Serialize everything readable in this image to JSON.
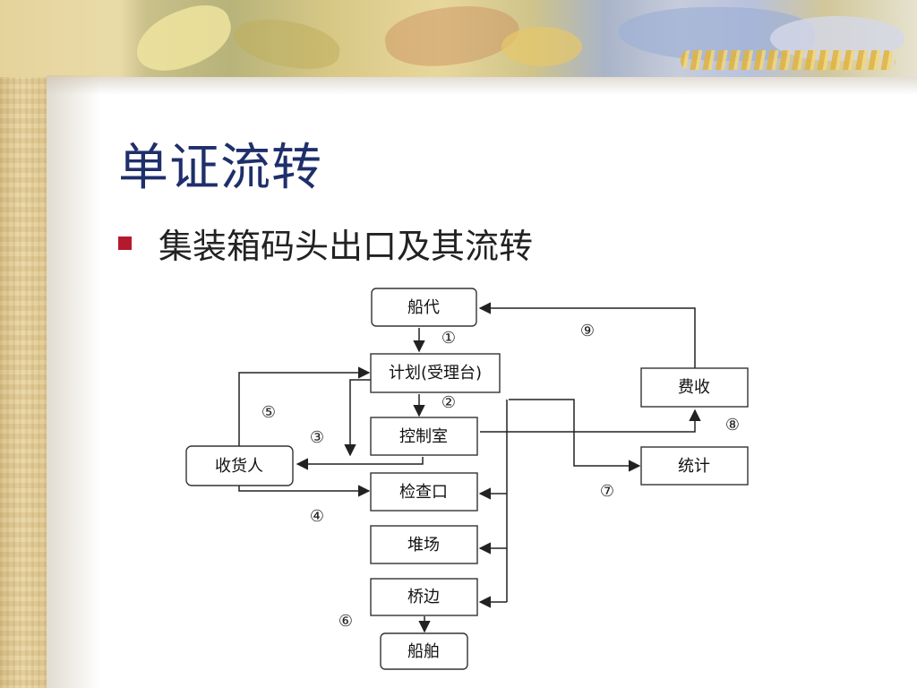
{
  "slide": {
    "title": "单证流转",
    "bullet": "集装箱码头出口及其流转"
  },
  "colors": {
    "title": "#1f2f6b",
    "bullet_marker": "#b5192e"
  },
  "diagram": {
    "nodes": {
      "ship_agent": "船代",
      "plan": "计划(受理台)",
      "control_room": "控制室",
      "consignee": "收货人",
      "gate": "检查口",
      "yard": "堆场",
      "quayside": "桥边",
      "vessel": "船舶",
      "billing": "费收",
      "statistics": "统计"
    },
    "steps": [
      "①",
      "②",
      "③",
      "④",
      "⑤",
      "⑥",
      "⑦",
      "⑧",
      "⑨"
    ]
  }
}
